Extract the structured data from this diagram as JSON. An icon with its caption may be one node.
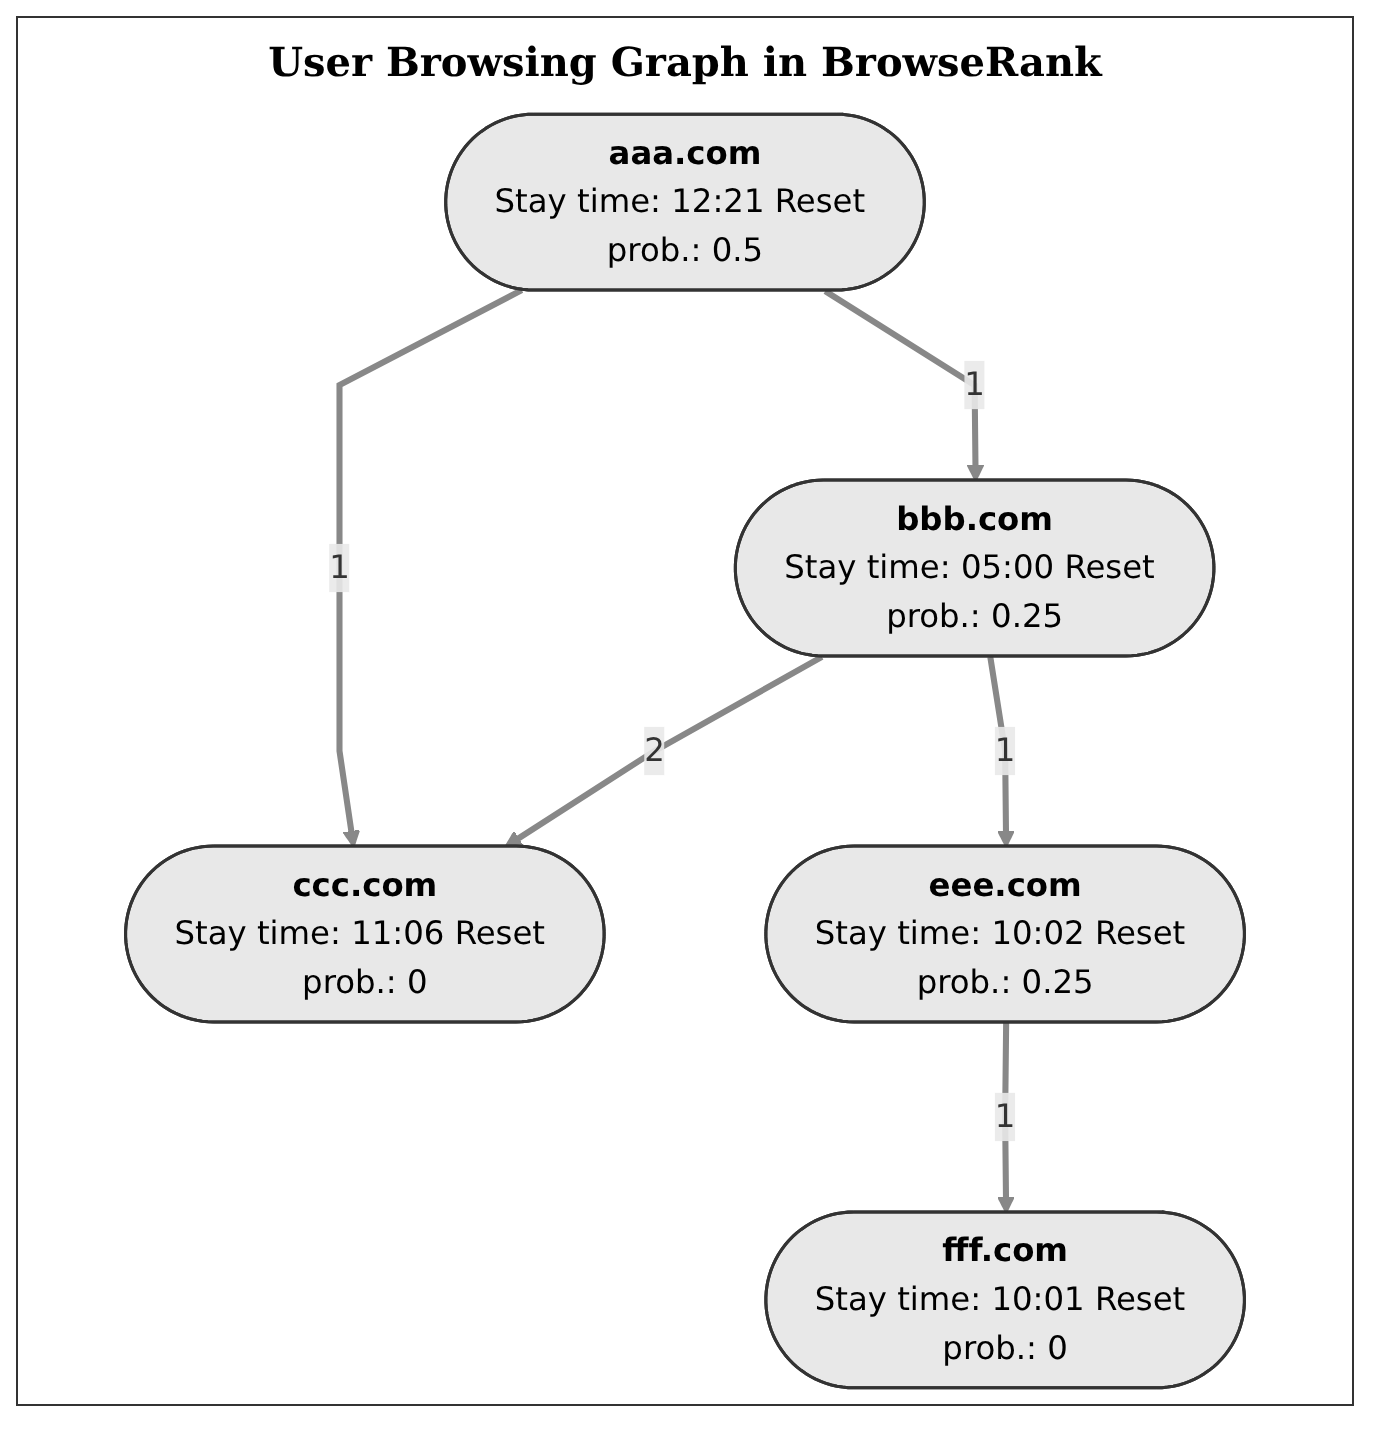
{
  "diagram": {
    "title": "User Browsing Graph in BrowseRank",
    "nodes": [
      {
        "text": [
          "aaa.com",
          "Stay time: 12:21 Reset prob.: 0.5"
        ]
      },
      {
        "text": [
          "ccc.com",
          "Stay time: 11:06 Reset prob.: 0"
        ]
      },
      {
        "text": [
          "bbb.com",
          "Stay time: 05:00 Reset prob.: 0.25"
        ]
      },
      {
        "text": [
          "fff.com",
          "Stay time: 10:01 Reset prob.: 0"
        ]
      },
      {
        "text": [
          "eee.com",
          "Stay time: 10:02 Reset prob.: 0.25"
        ]
      }
    ],
    "edges": [
      {
        "from": 0,
        "to": 1,
        "arrow": "to",
        "label": "1"
      },
      {
        "from": 0,
        "to": 2,
        "arrow": "to",
        "label": "1"
      },
      {
        "from": 2,
        "to": 1,
        "arrow": "to",
        "label": "2"
      },
      {
        "from": 2,
        "to": 4,
        "arrow": "to",
        "label": "1"
      },
      {
        "from": 4,
        "to": 3,
        "arrow": "to",
        "label": "1"
      }
    ]
  }
}
